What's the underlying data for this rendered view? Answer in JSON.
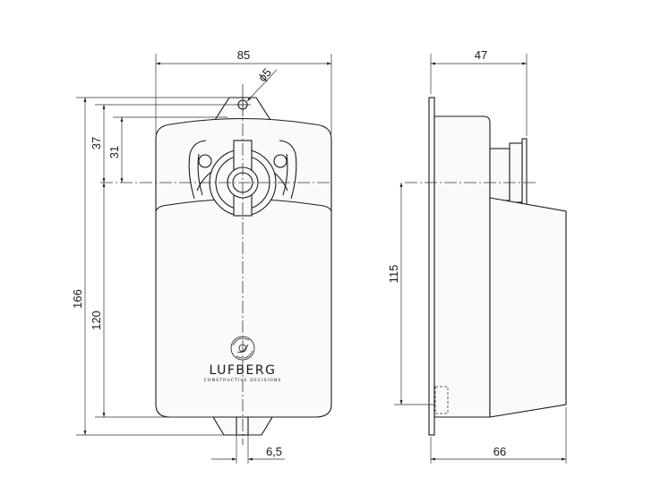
{
  "front_view": {
    "dimensions": {
      "width": "85",
      "hole_diameter": "ϕ5",
      "total_height": "166",
      "height_37": "37",
      "height_31": "31",
      "height_120": "120",
      "slot_width": "6,5"
    },
    "logo": {
      "brand": "LUFBERG",
      "tagline": "CONSTRUCTIVE DECISIONS"
    }
  },
  "side_view": {
    "dimensions": {
      "depth": "47",
      "height_115": "115",
      "total_depth": "66"
    }
  }
}
